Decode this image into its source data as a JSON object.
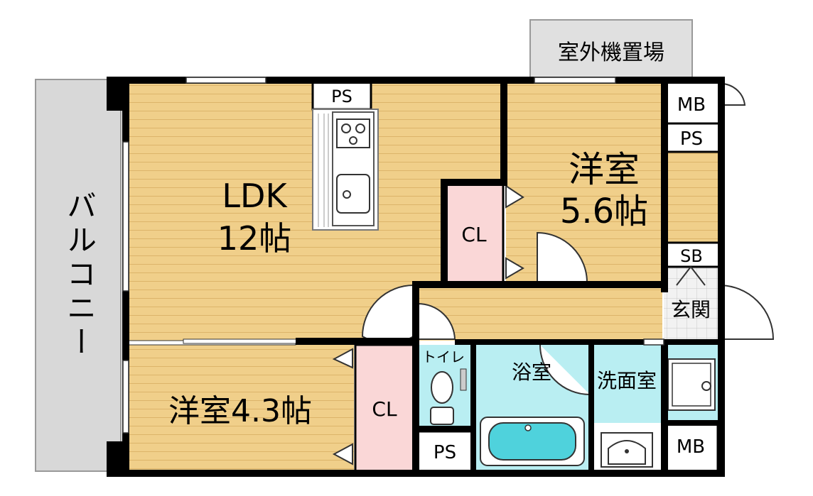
{
  "rooms": {
    "ldk": {
      "name": "LDK",
      "size": "12帖"
    },
    "western_room_1": {
      "name": "洋室",
      "size": "5.6帖"
    },
    "western_room_2": {
      "label": "洋室4.3帖"
    },
    "balcony": {
      "label": "バルコニー"
    },
    "outdoor_unit": {
      "label": "室外機置場"
    },
    "entrance": {
      "label": "玄関"
    },
    "toilet": {
      "label": "トイレ"
    },
    "bathroom": {
      "label": "浴室"
    },
    "washroom": {
      "label": "洗面室"
    }
  },
  "storage": {
    "ps_top": "PS",
    "ps_right": "PS",
    "ps_bottom": "PS",
    "mb_top": "MB",
    "mb_bottom": "MB",
    "sb": "SB",
    "cl_center": "CL",
    "cl_bottom": "CL"
  },
  "colors": {
    "wood_floor": "#f0cf8a",
    "closet": "#fad7d7",
    "wet_area": "#b9eef2",
    "balcony": "#d8d8d8",
    "wall": "#000000",
    "tile": "#eeeeee"
  }
}
